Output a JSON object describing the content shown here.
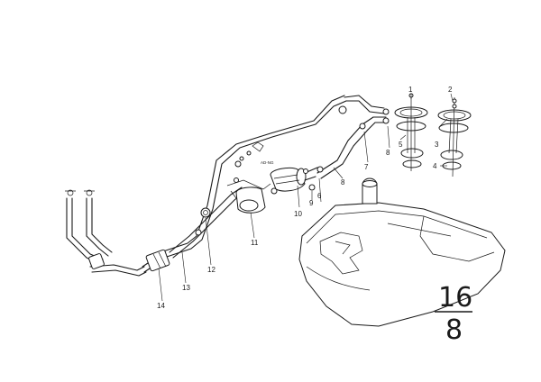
{
  "callouts": {
    "c1": "1",
    "c2": "2",
    "c3": "3",
    "c4": "4",
    "c5": "5",
    "c6": "6",
    "c7": "7",
    "c8": "8",
    "c9": "9",
    "c10": "10",
    "c11": "11",
    "c12": "12",
    "c13": "13",
    "c14": "14",
    "c8b": "8"
  },
  "page_ref": {
    "group": "16",
    "sheet": "8"
  },
  "small_text": {
    "fitting_label": "AD-NG"
  }
}
